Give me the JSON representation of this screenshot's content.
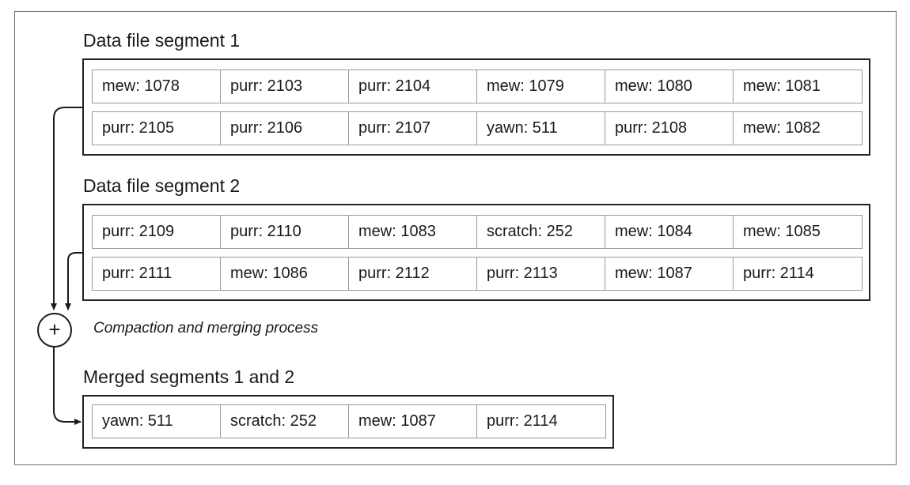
{
  "segment1": {
    "title": "Data file segment 1",
    "rows": [
      [
        "mew: 1078",
        "purr: 2103",
        "purr: 2104",
        "mew: 1079",
        "mew: 1080",
        "mew: 1081"
      ],
      [
        "purr: 2105",
        "purr: 2106",
        "purr: 2107",
        "yawn: 511",
        "purr: 2108",
        "mew: 1082"
      ]
    ]
  },
  "segment2": {
    "title": "Data file segment 2",
    "rows": [
      [
        "purr: 2109",
        "purr: 2110",
        "mew: 1083",
        "scratch: 252",
        "mew: 1084",
        "mew: 1085"
      ],
      [
        "purr: 2111",
        "mew: 1086",
        "purr: 2112",
        "purr: 2113",
        "mew: 1087",
        "purr: 2114"
      ]
    ]
  },
  "process": {
    "symbol": "+",
    "label": "Compaction and merging process"
  },
  "merged": {
    "title": "Merged segments 1 and 2",
    "rows": [
      [
        "yawn: 511",
        "scratch: 252",
        "mew: 1087",
        "purr: 2114"
      ]
    ]
  }
}
